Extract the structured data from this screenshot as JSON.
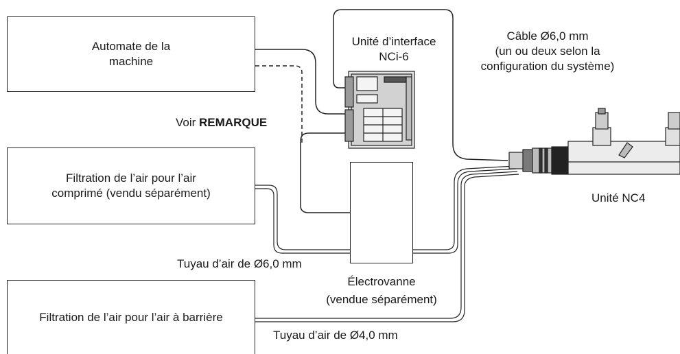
{
  "boxes": {
    "controller": {
      "line1": "Automate de la",
      "line2": "machine"
    },
    "air_filter_compressed": {
      "line1": "Filtration de l’air pour l’air",
      "line2": "comprimé (vendu séparément)"
    },
    "air_filter_barrier": {
      "line1": "Filtration de l’air pour l’air à barrière"
    }
  },
  "labels": {
    "interface_unit": {
      "line1": "Unité d’interface",
      "line2": "NCi-6"
    },
    "cable": {
      "line1": "Câble Ø6,0 mm",
      "line2": "(un ou deux selon la",
      "line3": "configuration du système)"
    },
    "note_prefix": "Voir ",
    "note_bold": "REMARQUE",
    "nc4_unit": "Unité NC4",
    "solenoid": {
      "line1": "Électrovanne",
      "line2": "(vendue séparément)"
    },
    "hose_6mm": "Tuyau d’air de Ø6,0 mm",
    "hose_4mm": "Tuyau d’air de Ø4,0 mm"
  }
}
